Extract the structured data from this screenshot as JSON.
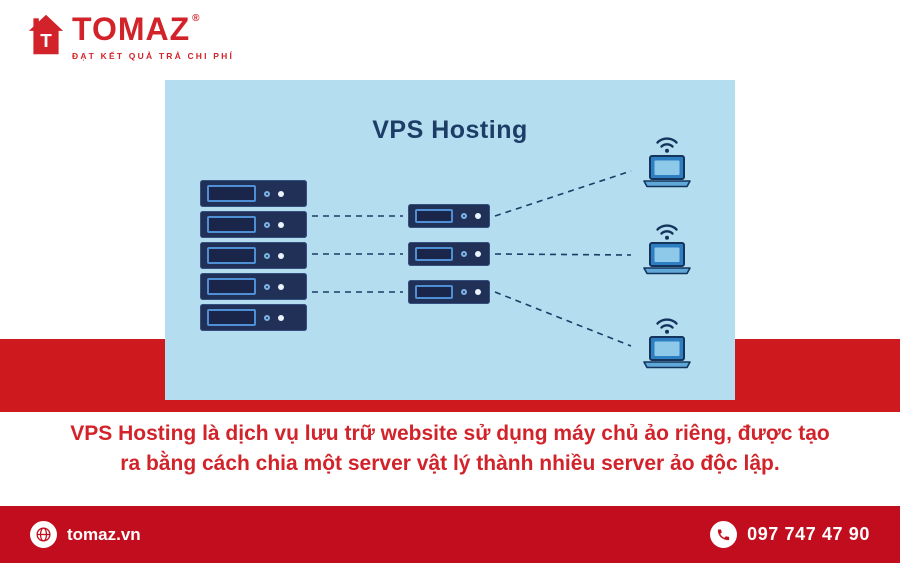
{
  "brand": {
    "name": "TOMAZ",
    "registered": "®",
    "tagline": "ĐẠT KẾT QUẢ TRẢ CHI PHÍ"
  },
  "diagram": {
    "title": "VPS Hosting",
    "rack_unit_count": 5,
    "vps_unit_count": 3,
    "laptop_count": 3
  },
  "description": {
    "text": "VPS Hosting là dịch vụ lưu trữ website sử dụng máy chủ ảo riêng, được tạo ra bằng cách chia một server vật lý thành nhiều server ảo độc lập."
  },
  "footer": {
    "website": "tomaz.vn",
    "phone": "097 747 47 90"
  },
  "icons": {
    "logo": "house-icon",
    "clients": "wifi-icon + laptop-icon",
    "footer_left": "globe-icon",
    "footer_right": "phone-icon"
  },
  "colors": {
    "brand_red": "#d2232a",
    "band_red": "#ce1a1e",
    "footer_red": "#c20d1e",
    "panel_blue": "#b5ddf0",
    "navy": "#1b3d66",
    "server_navy": "#203057"
  }
}
